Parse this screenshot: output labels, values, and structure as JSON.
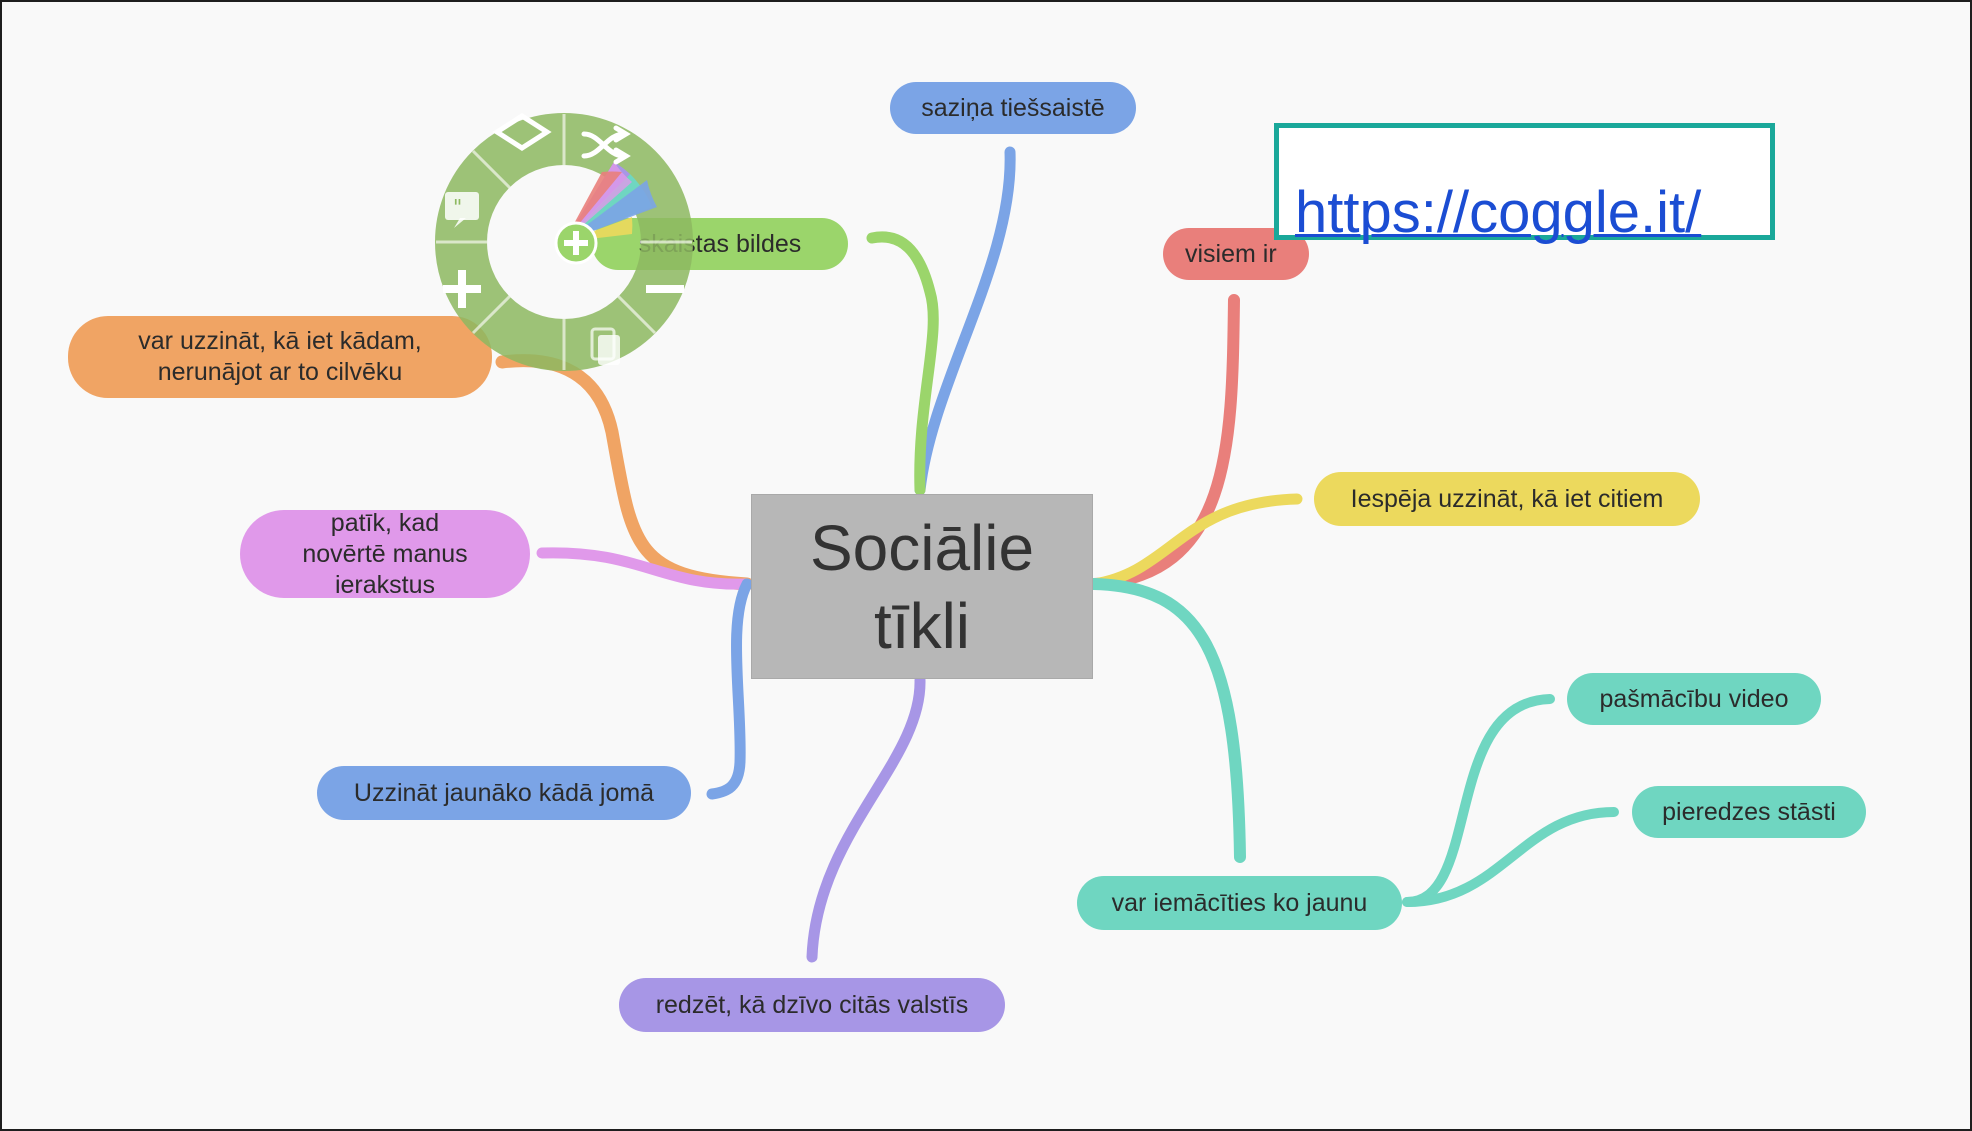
{
  "central_topic": "Sociālie\ntīkli",
  "nodes": {
    "sazina": "saziņa tiešsaistē",
    "skaistas": "skaistas bildes",
    "visiem": "visiem ir",
    "iespeja": "Iespēja uzzināt, kā iet citiem",
    "var_uzzinat": "var uzzināt, kā iet kādam,\nnerunājot ar to cilvēku",
    "patik": "patīk, kad\nnovērtē manus\nierakstus",
    "uzzinat_jaunako": "Uzzināt jaunāko kādā jomā",
    "redzet": "redzēt, kā dzīvo citās valstīs",
    "var_iemacities": "var iemācīties ko jaunu",
    "pasmacibu": "pašmācību video",
    "pieredzes": "pieredzes stāsti"
  },
  "link": {
    "text": "https://coggle.it/"
  },
  "toolbar": {
    "icons": [
      "diamond-icon",
      "shuffle-icon",
      "quote-icon",
      "add-child-icon",
      "add-icon",
      "remove-icon",
      "copy-icon",
      "color-picker-icon"
    ]
  },
  "colors": {
    "green": "#9bd56b",
    "blue": "#7ba4e6",
    "red": "#e97f7b",
    "yellow": "#ecd95d",
    "orange": "#f0a464",
    "pink": "#e099ea",
    "purple": "#a796e6",
    "teal": "#6fd6c1",
    "central": "#b7b7b7",
    "link": "#1b4dd3",
    "link_border": "#1aa89a"
  }
}
